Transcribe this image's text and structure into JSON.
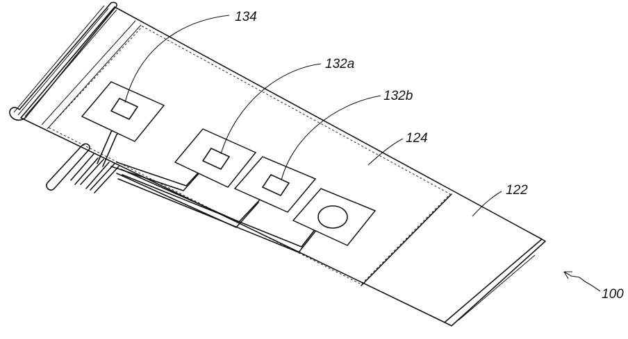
{
  "figure": {
    "reference_numerals": {
      "device": "100",
      "end_portion": "122",
      "substrate": "124",
      "electrode_a": "132a",
      "electrode_b": "132b",
      "reference_electrode": "134"
    }
  }
}
